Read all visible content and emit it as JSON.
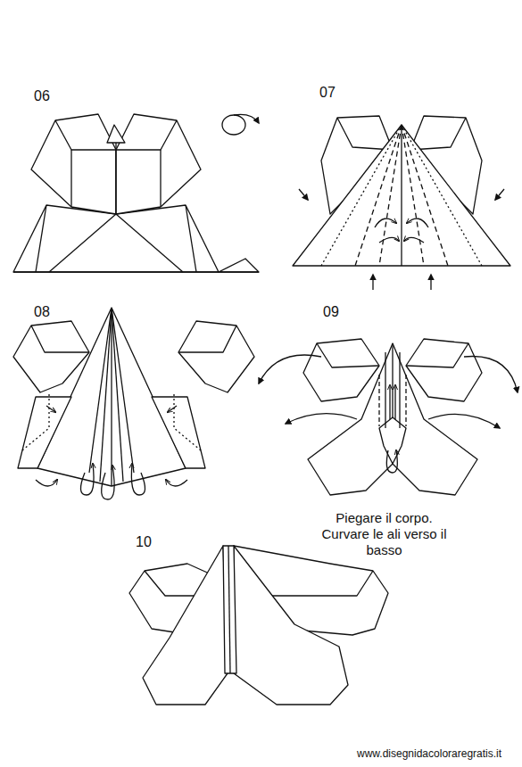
{
  "diagram": {
    "labels": [
      "06",
      "07",
      "08",
      "09",
      "Piegare il corpo. Curvare le ali verso il basso",
      "10",
      "www.disegnidacoloraregratis.it"
    ]
  }
}
